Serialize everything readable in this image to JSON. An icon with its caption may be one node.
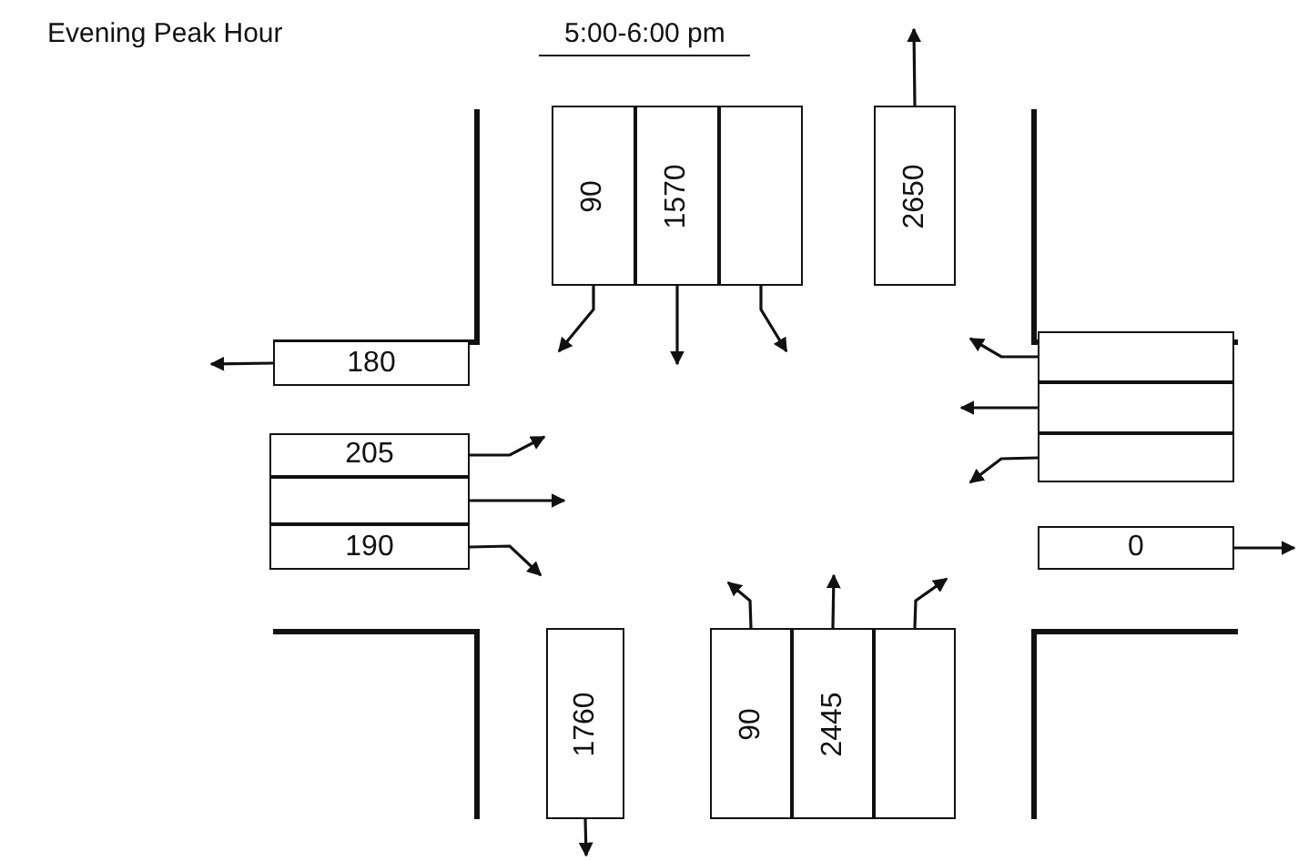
{
  "diagram": {
    "title": "Evening Peak Hour",
    "nodes": [
      {
        "text": [
          "90"
        ]
      },
      {
        "text": [
          "1570"
        ]
      },
      {
        "text": [],
        "shape": "box"
      },
      {
        "text": [
          "2650"
        ]
      },
      {
        "text": [
          "180"
        ]
      },
      {
        "text": [],
        "shape": "box"
      },
      {
        "text": [],
        "shape": "box"
      },
      {
        "text": [],
        "shape": "box"
      },
      {
        "text": [
          "205"
        ]
      },
      {
        "text": [],
        "shape": "box"
      },
      {
        "text": [
          "190"
        ]
      },
      {
        "text": [
          "0"
        ]
      },
      {
        "text": [
          "1760"
        ]
      },
      {
        "text": [
          "90"
        ]
      },
      {
        "text": [
          "2445"
        ]
      },
      {
        "text": [],
        "shape": "box"
      }
    ],
    "edges": [
      {
        "from": 0,
        "to": null,
        "arrow": "to"
      },
      {
        "from": 1,
        "to": null,
        "arrow": "to"
      },
      {
        "from": 2,
        "to": null,
        "arrow": "to"
      },
      {
        "from": 3,
        "to": null,
        "arrow": "to"
      },
      {
        "from": 4,
        "to": null,
        "arrow": "to"
      },
      {
        "from": 5,
        "to": null,
        "arrow": "to"
      },
      {
        "from": 6,
        "to": null,
        "arrow": "to"
      },
      {
        "from": 7,
        "to": null,
        "arrow": "to"
      },
      {
        "from": 8,
        "to": null,
        "arrow": "to"
      },
      {
        "from": 9,
        "to": null,
        "arrow": "to"
      },
      {
        "from": 10,
        "to": null,
        "arrow": "to"
      },
      {
        "from": 11,
        "to": null,
        "arrow": "to"
      },
      {
        "from": 12,
        "to": null,
        "arrow": "to"
      },
      {
        "from": 13,
        "to": null,
        "arrow": "to"
      },
      {
        "from": 14,
        "to": null,
        "arrow": "to"
      },
      {
        "from": 15,
        "to": null,
        "arrow": "to"
      }
    ],
    "labels": [
      "5:00-6:00 pm"
    ]
  }
}
